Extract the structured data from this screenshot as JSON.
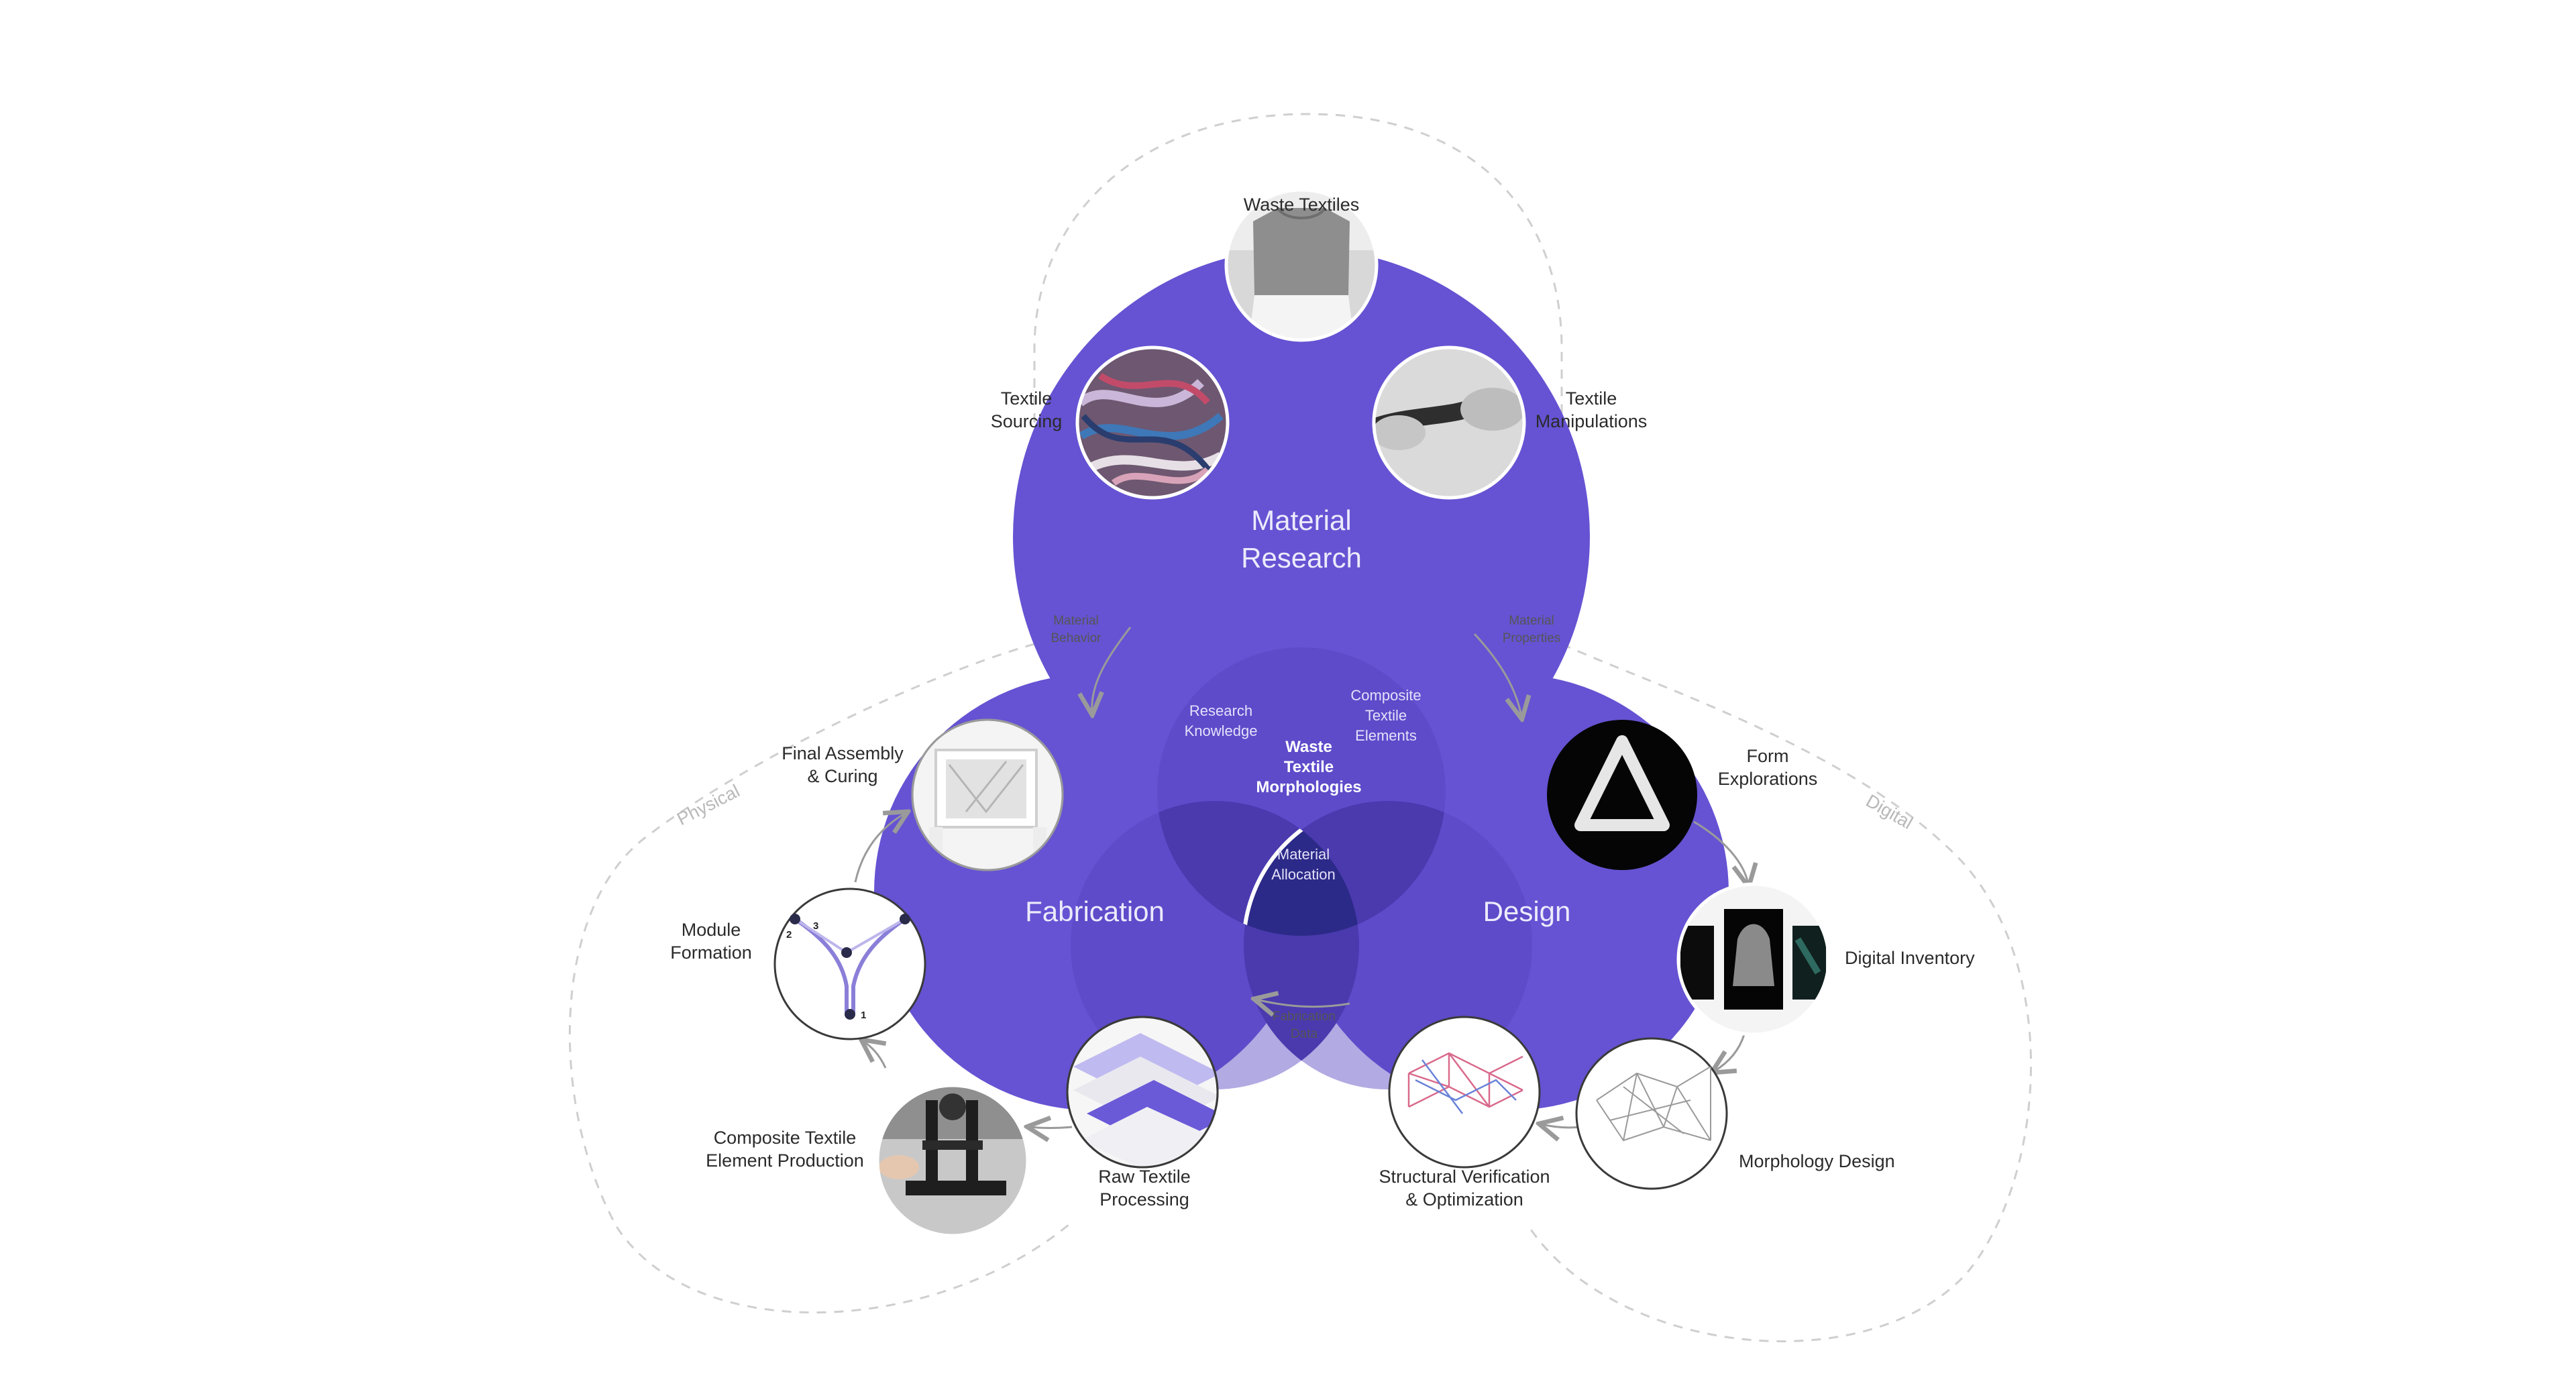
{
  "colors": {
    "lobe": "#6553D3",
    "overlap": "#5442BE",
    "center": "#2C2A88",
    "dashed": "#CFCFCF",
    "label": "#2B2B2B",
    "muted": "#B8B8B8"
  },
  "lobes": {
    "material": "Material\nResearch",
    "fabrication": "Fabrication",
    "design": "Design"
  },
  "center_label": "Waste\nTextile\nMorphologies",
  "overlaps": {
    "research_knowledge": "Research\nKnowledge",
    "composite_elements": "Composite\nTextile\nElements",
    "material_allocation": "Material\nAllocation"
  },
  "flows": {
    "material_behavior": "Material\nBehavior",
    "material_properties": "Material\nProperties",
    "fabrication_data": "Fabrication\nData"
  },
  "zones": {
    "physical": "Physical",
    "digital": "Digital"
  },
  "nodes": {
    "waste_textiles": "Waste Textiles",
    "textile_sourcing": "Textile\nSourcing",
    "textile_manipulations": "Textile\nManipulations",
    "final_assembly": "Final Assembly\n& Curing",
    "module_formation": "Module\nFormation",
    "composite_production": "Composite Textile\nElement Production",
    "raw_processing": "Raw Textile\nProcessing",
    "form_explorations": "Form\nExplorations",
    "digital_inventory": "Digital Inventory",
    "morphology_design": "Morphology Design",
    "structural_verification": "Structural Verification\n& Optimization"
  },
  "module_numbers": [
    "1",
    "2",
    "3"
  ],
  "icons": {
    "waste_textiles": "tshirt-photo",
    "textile_sourcing": "textile-pile-photo",
    "textile_manipulations": "hands-twisting-photo",
    "final_assembly": "framed-panel-photo",
    "module_formation": "module-sketch",
    "composite_production": "machine-photo",
    "raw_processing": "layered-strips-render",
    "form_explorations": "triangle-form-photo",
    "digital_inventory": "scan-grid",
    "morphology_design": "wireframe-mesh",
    "structural_verification": "truss-analysis"
  }
}
